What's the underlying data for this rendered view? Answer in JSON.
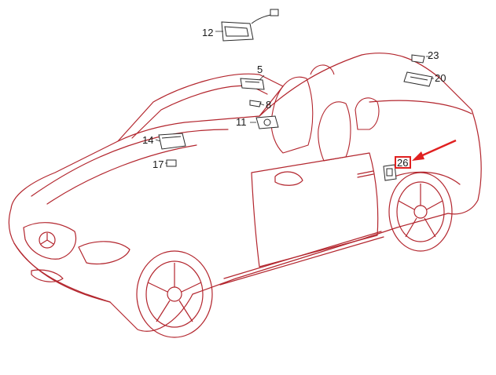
{
  "diagram": {
    "line_color": "#b3262e",
    "label_color": "#1a1a1a",
    "highlight_color": "#e02020",
    "callouts": [
      {
        "id": "c12",
        "label": "12"
      },
      {
        "id": "c5",
        "label": "5"
      },
      {
        "id": "c8",
        "label": "8"
      },
      {
        "id": "c11",
        "label": "11"
      },
      {
        "id": "c14",
        "label": "14"
      },
      {
        "id": "c17",
        "label": "17"
      },
      {
        "id": "c23",
        "label": "23"
      },
      {
        "id": "c20",
        "label": "20"
      },
      {
        "id": "c26",
        "label": "26"
      }
    ],
    "highlighted_callout": "26"
  }
}
